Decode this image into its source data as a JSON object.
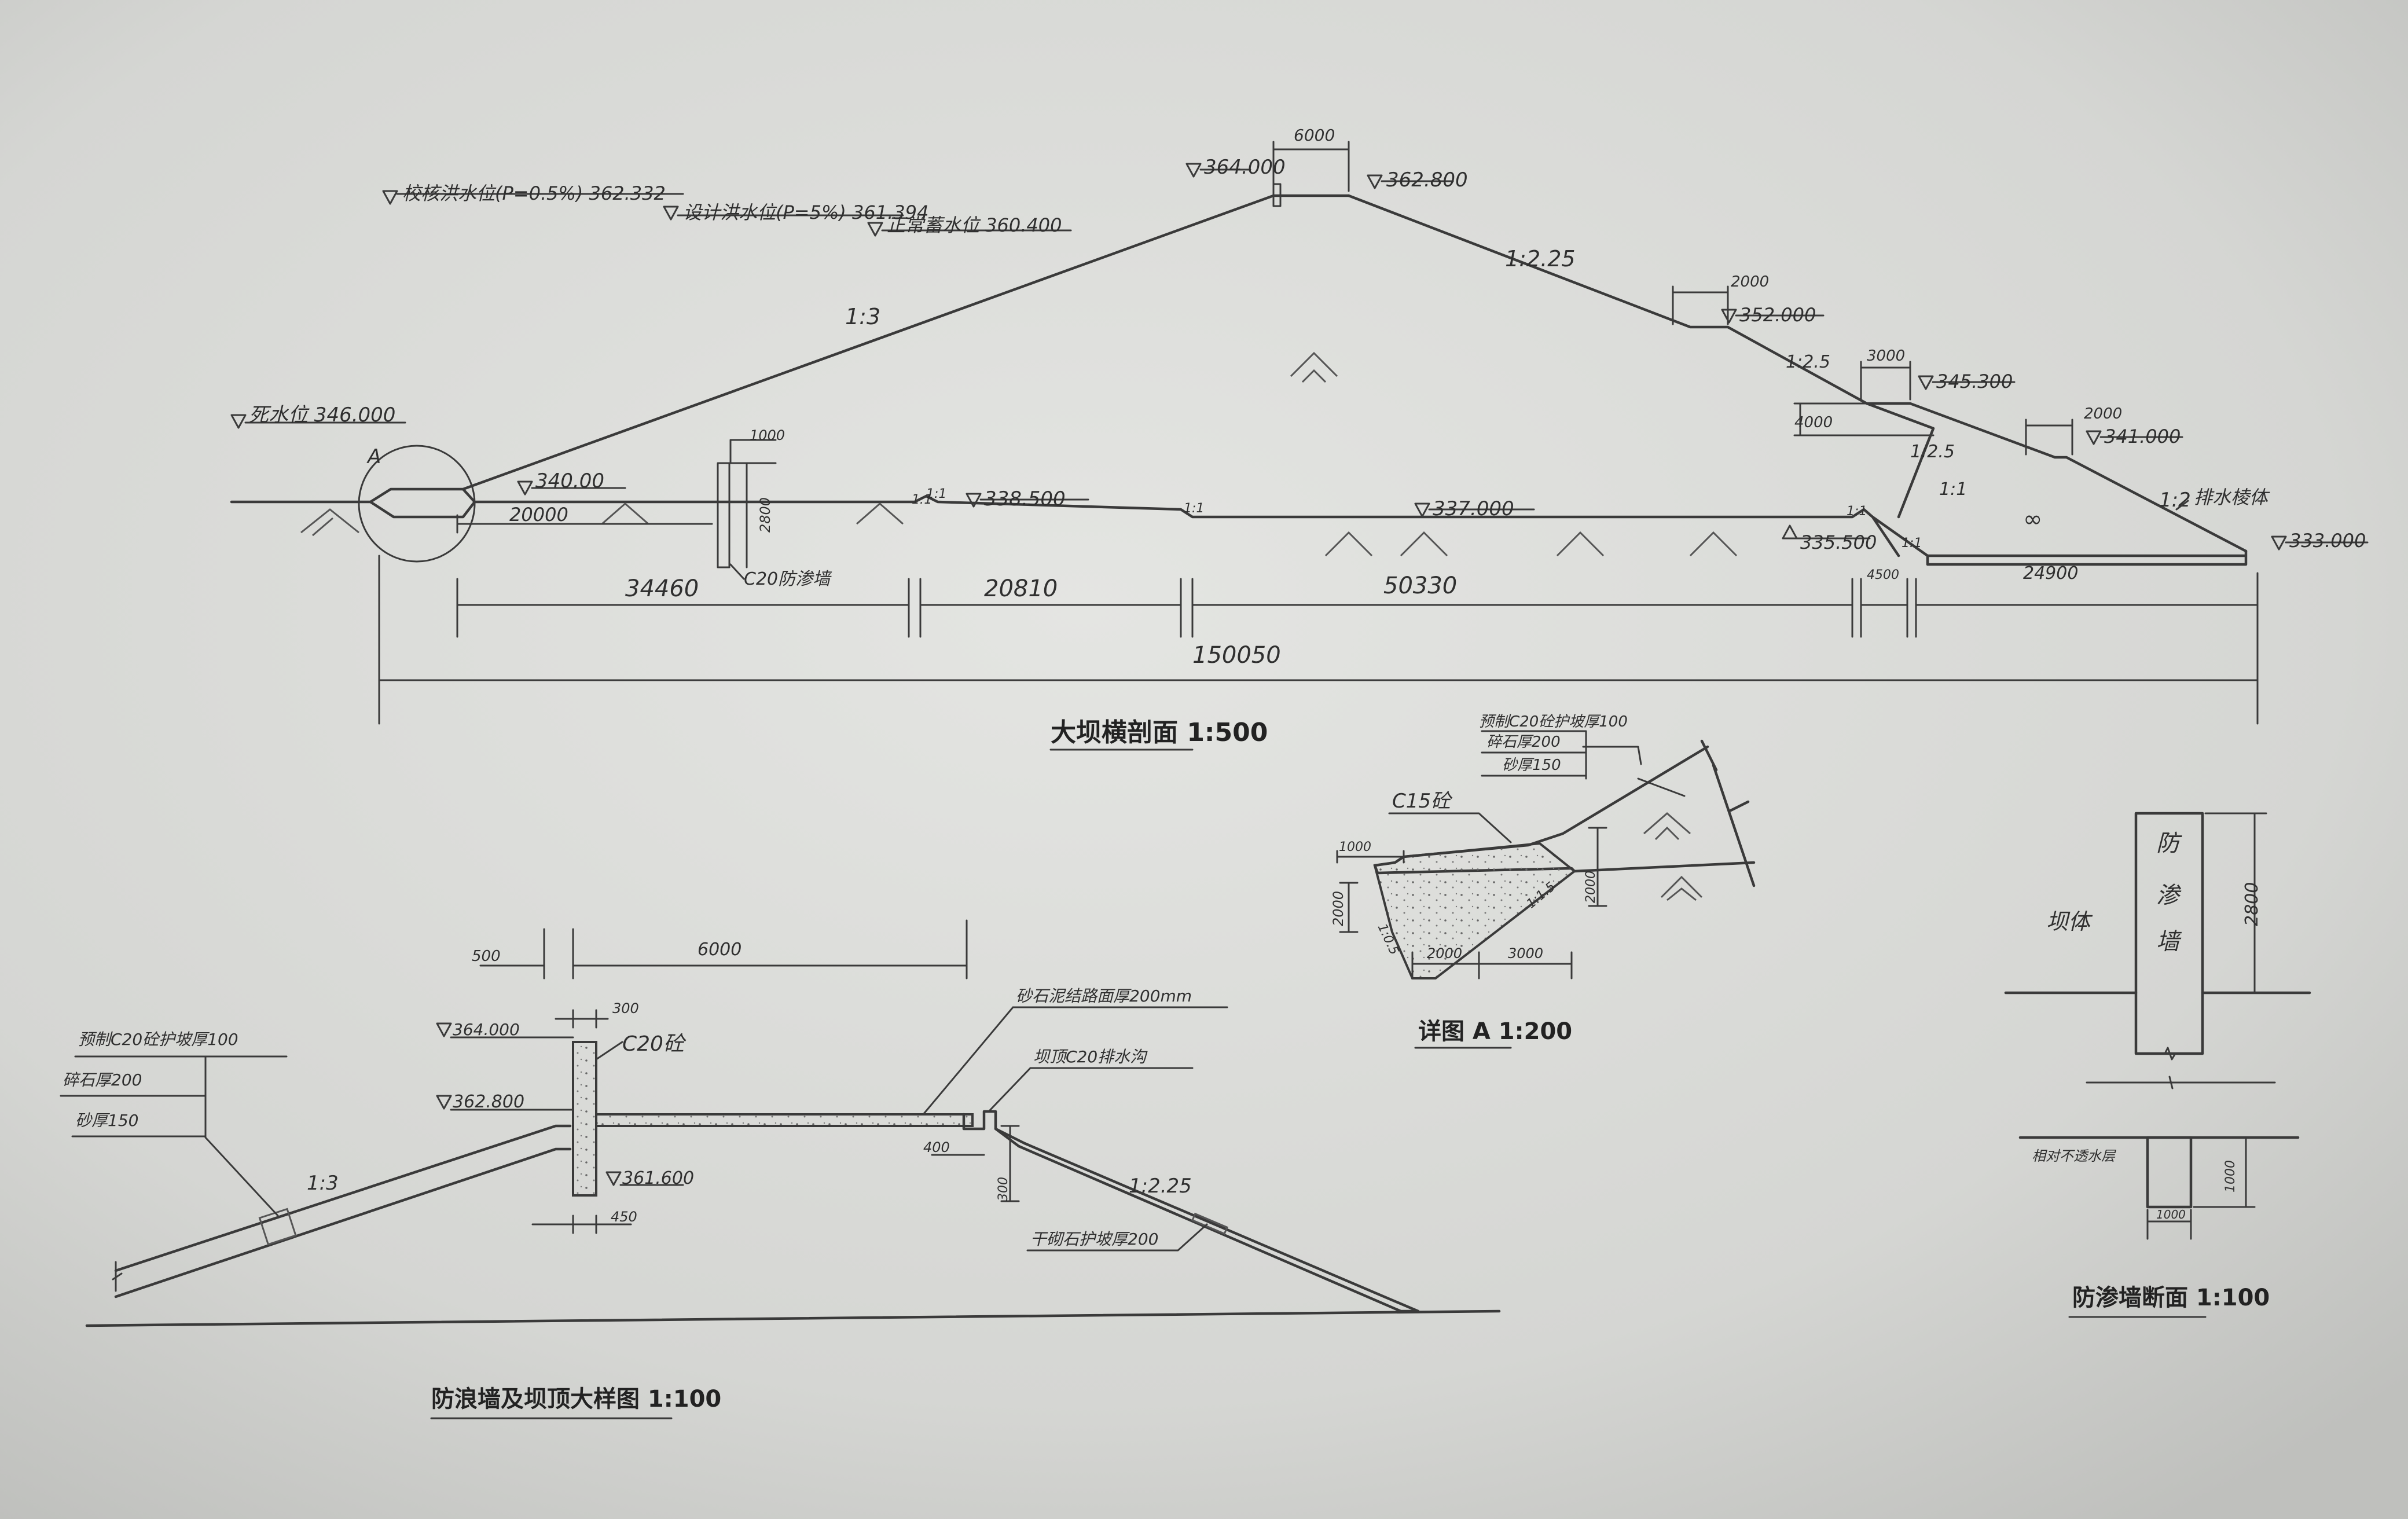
{
  "main_section": {
    "title": "大坝横剖面 1:500",
    "elevations": {
      "crest_left": "364.000",
      "crest_right": "362.800",
      "check_flood": "校核洪水位(P=0.5%) 362.332",
      "design_flood": "设计洪水位(P=5%) 361.394",
      "normal_pool": "正常蓄水位 360.400",
      "dead_pool": "死水位 346.000",
      "berm_upstream": "340.00",
      "ground_1": "338.500",
      "ground_2": "337.000",
      "toe_base": "335.500",
      "berm_1": "352.000",
      "berm_2": "345.300",
      "berm_3": "341.000",
      "downstream_toe": "333.000"
    },
    "slopes": {
      "upstream": "1:3",
      "downstream_1": "1:2.25",
      "downstream_2": "1:2.5",
      "downstream_3": "1:2.5",
      "inner_toe": "1:1",
      "outer_toe": "1:2",
      "step_marks": [
        "1:1",
        "1:1",
        "1:1",
        "1:1",
        "1:1"
      ]
    },
    "dimensions": {
      "crest_width": "6000",
      "berm_1_width": "2000",
      "berm_2_width": "3000",
      "berm_3_width": "2000",
      "toe_height": "4000",
      "cutoff_width": "1000",
      "cutoff_depth": "2800",
      "upstream_berm": "20000",
      "seg_1": "34460",
      "seg_2": "20810",
      "seg_3": "50330",
      "seg_4": "4500",
      "seg_5": "24900",
      "total": "150050"
    },
    "labels": {
      "detail_marker": "A",
      "cutoff_wall": "C20防渗墙",
      "drainage": "排水棱体"
    }
  },
  "detail_a": {
    "title": "详图 A 1:200",
    "concrete": "C15砼",
    "layers": [
      "预制C20砼护坡厚100",
      "碎石厚200",
      "砂厚150"
    ],
    "dims": {
      "top_left": "1000",
      "left_height": "2000",
      "bottom_1": "2000",
      "bottom_2": "3000",
      "right_height": "2000",
      "slope_left": "1:0.5",
      "slope_right": "1:1.5"
    }
  },
  "crest_detail": {
    "title": "防浪墙及坝顶大样图 1:100",
    "layers": [
      "预制C20砼护坡厚100",
      "碎石厚200",
      "砂厚150"
    ],
    "wall_concrete": "C20砼",
    "pavement": "砂石泥结路面厚200mm",
    "gutter": "坝顶C20排水沟",
    "riprap": "干砌石护坡厚200",
    "slope_upstream": "1:3",
    "slope_downstream": "1:2.25",
    "elevations": {
      "wall_top": "364.000",
      "crest": "362.800",
      "wall_bottom": "361.600"
    },
    "dims": {
      "d500": "500",
      "d6000": "6000",
      "d300": "300",
      "d450": "450",
      "d400": "400",
      "d300b": "300"
    }
  },
  "cutoff_section": {
    "title": "防渗墙断面 1:100",
    "wall_label": "防渗墙",
    "dam_body": "坝体",
    "base_label": "相对不透水层",
    "dims": {
      "height": "2800",
      "key_height": "1000",
      "key_width": "1000"
    }
  }
}
